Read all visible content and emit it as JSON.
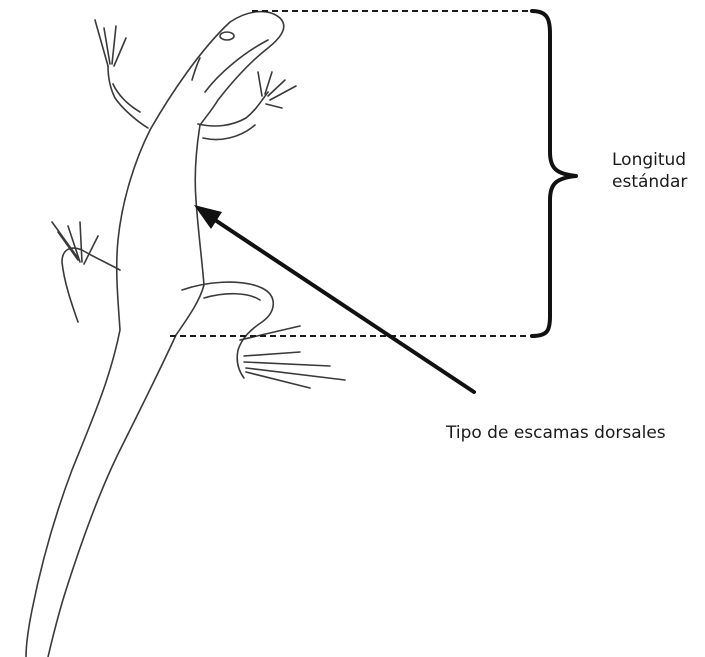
{
  "labels": {
    "length_line1": "Longitud",
    "length_line2": "estándar",
    "dorsal_scales": "Tipo de escamas dorsales"
  },
  "colors": {
    "background": "#ffffff",
    "ink": "#1a1a1a",
    "sketch": "#3a3a3a"
  },
  "icons": {
    "main_figure": "lizard-sketch",
    "bracket": "curly-brace",
    "pointer": "arrow"
  }
}
